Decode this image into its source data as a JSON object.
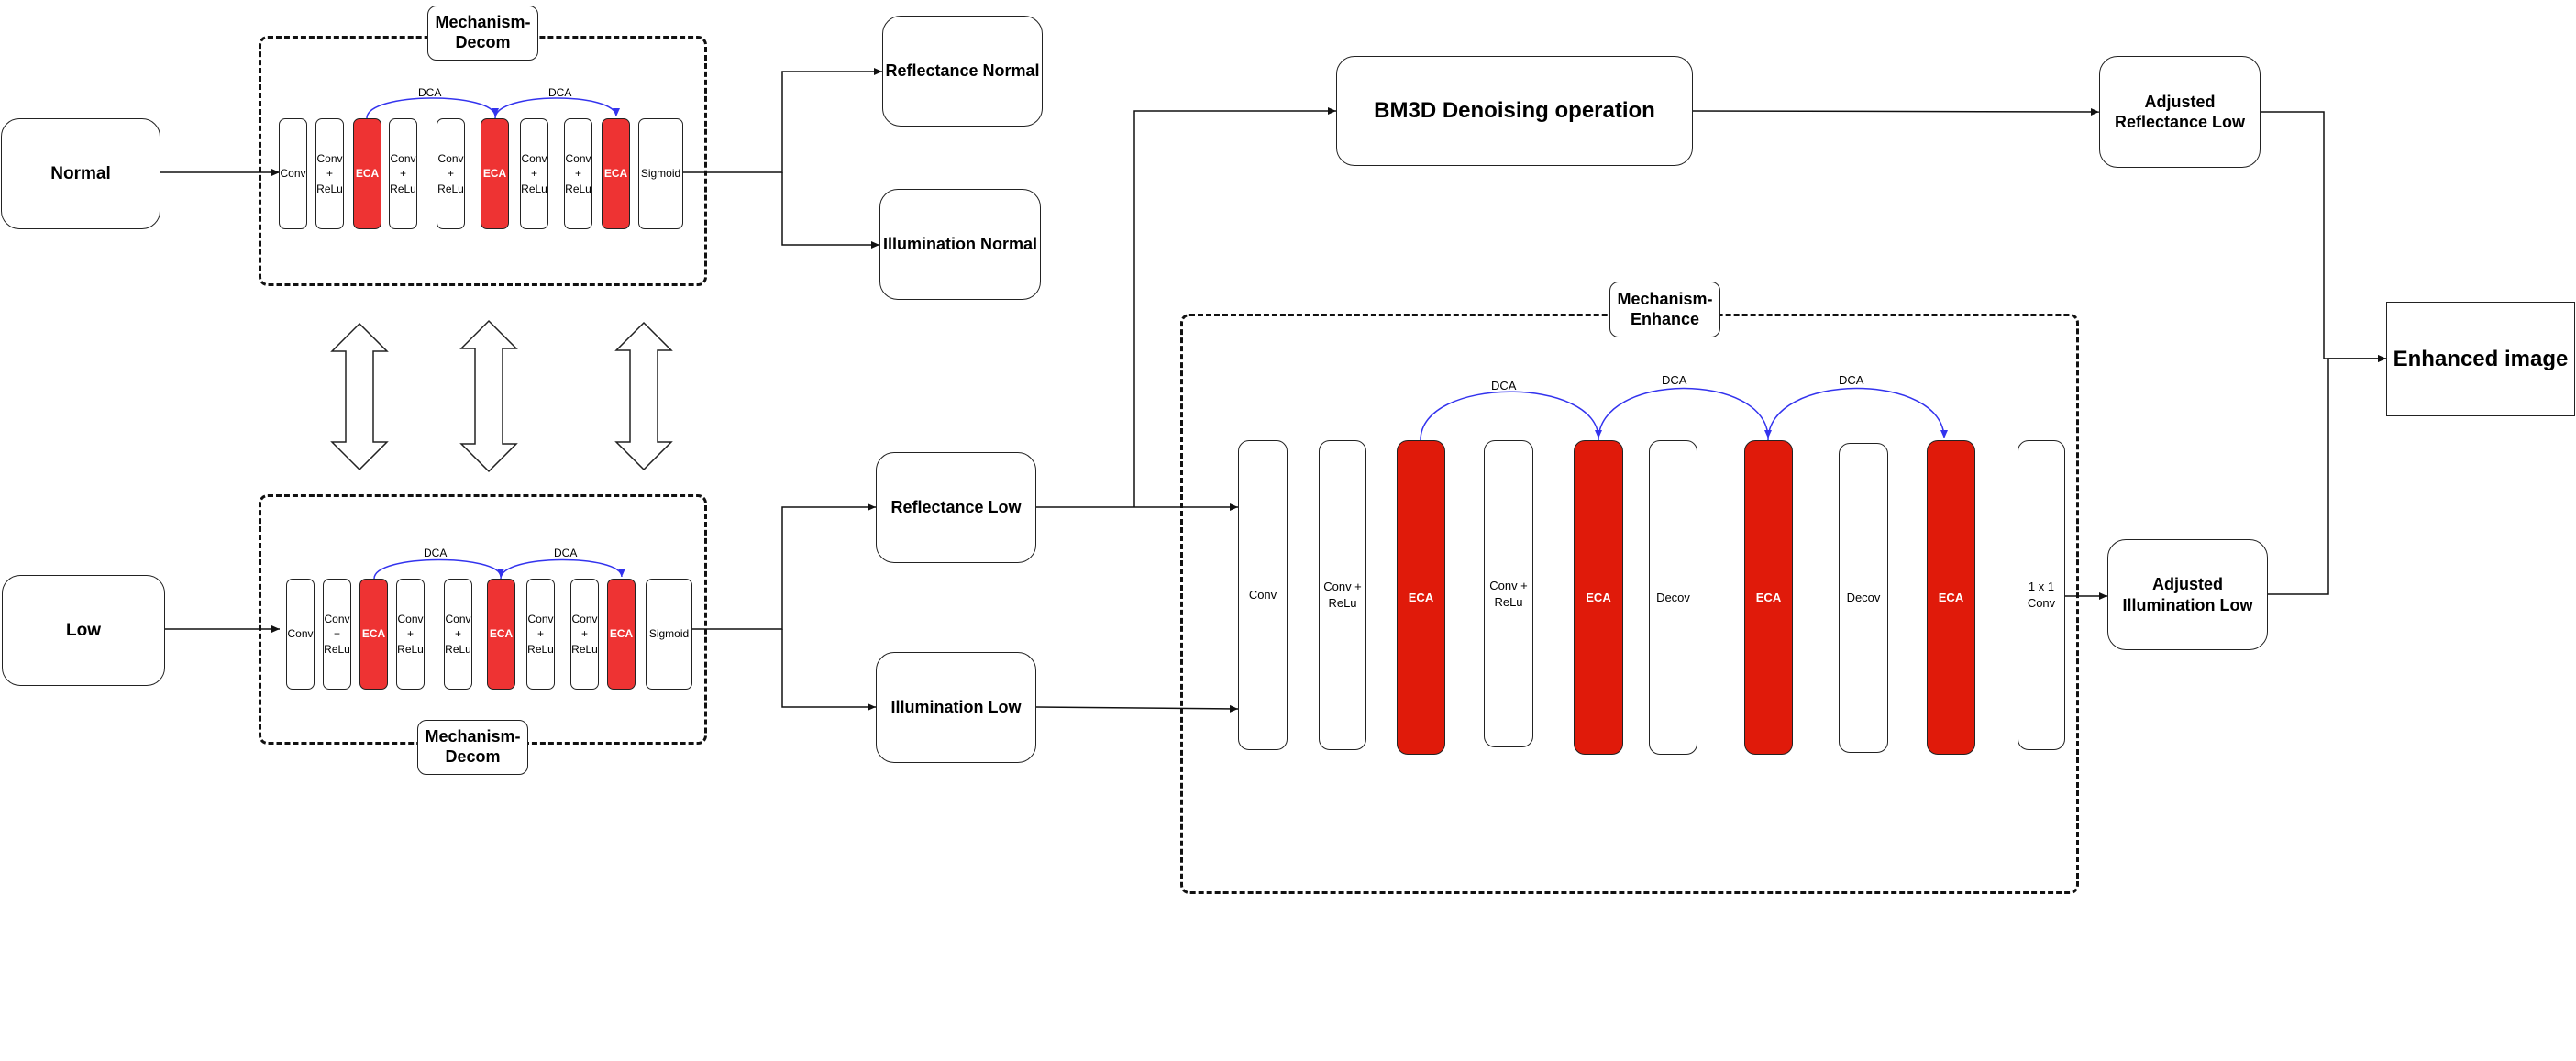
{
  "inputs": {
    "normal": "Normal",
    "low": "Low"
  },
  "decom_top": {
    "title": "Mechanism-\nDecom",
    "blocks": [
      "Conv",
      "Conv\n+\nReLu",
      "ECA",
      "Conv\n+\nReLu",
      "Conv\n+\nReLu",
      "ECA",
      "Conv\n+\nReLu",
      "Conv\n+\nReLu",
      "ECA",
      "Sigmoid"
    ],
    "dca": [
      "DCA",
      "DCA"
    ]
  },
  "decom_bottom": {
    "title": "Mechanism-\nDecom",
    "blocks": [
      "Conv",
      "Conv\n+\nReLu",
      "ECA",
      "Conv\n+\nReLu",
      "Conv\n+\nReLu",
      "ECA",
      "Conv\n+\nReLu",
      "Conv\n+\nReLu",
      "ECA",
      "Sigmoid"
    ],
    "dca": [
      "DCA",
      "DCA"
    ]
  },
  "outputs": {
    "reflectance_normal": "Reflectance Normal",
    "illumination_normal": "Illumination Normal",
    "reflectance_low": "Reflectance Low",
    "illumination_low": "Illumination Low"
  },
  "bm3d": "BM3D Denoising operation",
  "enhance": {
    "title": "Mechanism-\nEnhance",
    "blocks": [
      "Conv",
      "Conv +\nReLu",
      "ECA",
      "Conv +\nReLu",
      "ECA",
      "Decov",
      "ECA",
      "Decov",
      "ECA",
      "1 x 1\nConv"
    ],
    "dca": [
      "DCA",
      "DCA",
      "DCA"
    ]
  },
  "adjusted_reflectance_low": "Adjusted\nReflectance Low",
  "adjusted_illumination_low": "Adjusted\nIllumination Low",
  "enhanced_image": "Enhanced image",
  "colors": {
    "eca": "#ee3333",
    "eca_enhance": "#e01a0a",
    "dca_arc": "#3333ee"
  }
}
